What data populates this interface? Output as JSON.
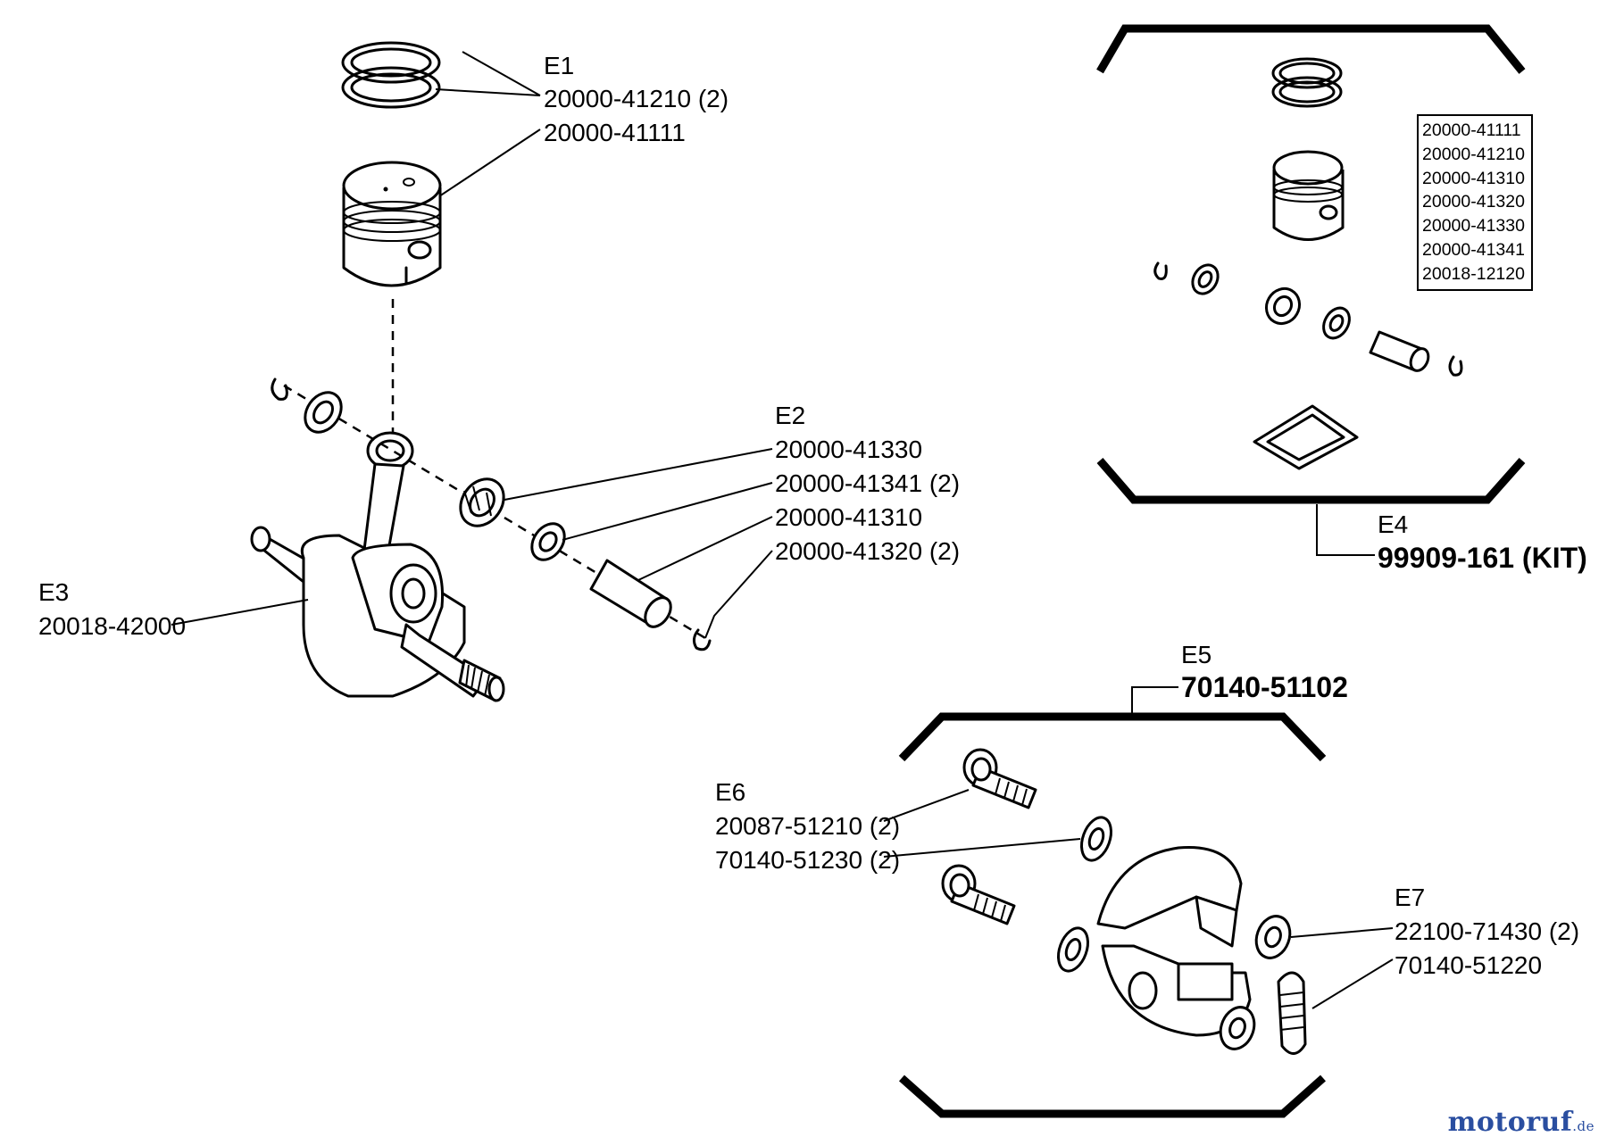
{
  "callouts": {
    "e1": {
      "ref": "E1",
      "parts": [
        "20000-41210 (2)",
        "20000-41111"
      ]
    },
    "e2": {
      "ref": "E2",
      "parts": [
        "20000-41330",
        "20000-41341 (2)",
        "20000-41310",
        "20000-41320 (2)"
      ]
    },
    "e3": {
      "ref": "E3",
      "parts": [
        "20018-42000"
      ]
    },
    "e4": {
      "ref": "E4",
      "kit": "99909-161 (KIT)",
      "contents": [
        "20000-41111",
        "20000-41210",
        "20000-41310",
        "20000-41320",
        "20000-41330",
        "20000-41341",
        "20018-12120"
      ]
    },
    "e5": {
      "ref": "E5",
      "assembly": "70140-51102"
    },
    "e6": {
      "ref": "E6",
      "parts": [
        "20087-51210 (2)",
        "70140-51230 (2)"
      ]
    },
    "e7": {
      "ref": "E7",
      "parts": [
        "22100-71430 (2)",
        "70140-51220"
      ]
    }
  },
  "watermark": {
    "main": "motoruf",
    "tld": ".de"
  }
}
